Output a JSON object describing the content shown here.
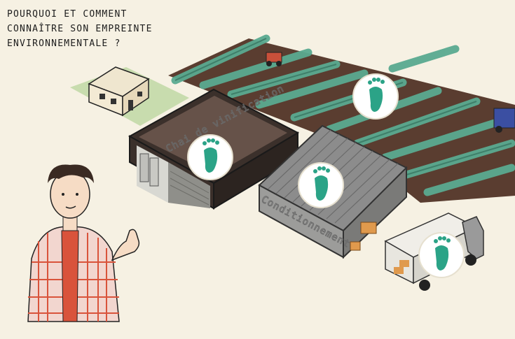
{
  "caption": {
    "line1": "Pourquoi et comment",
    "line2": "connaître son empreinte",
    "line3": "environnementale ?"
  },
  "buildings": {
    "winery_label": "Chai de vinification",
    "packaging_label": "Conditionnement"
  },
  "icons": [
    "footprint-icon",
    "footprint-icon",
    "footprint-icon",
    "footprint-icon"
  ],
  "colors": {
    "background": "#f6f1e3",
    "footprint": "#2ba387",
    "vine_green": "#5aaa90",
    "soil": "#5a3d30",
    "shirt_red": "#d9533b"
  }
}
